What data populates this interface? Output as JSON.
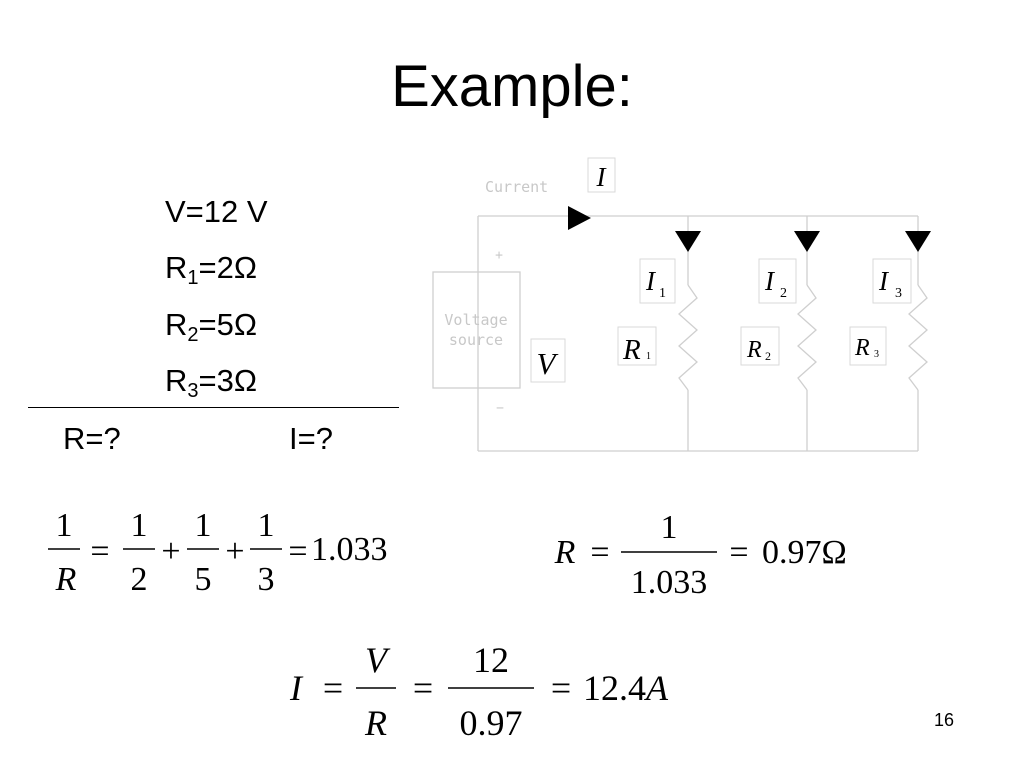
{
  "slide": {
    "title": "Example:",
    "number": "16"
  },
  "given": {
    "voltage": "V=12 V",
    "r1": {
      "base": "R",
      "sub": "1",
      "rest": "=2Ω"
    },
    "r2": {
      "base": "R",
      "sub": "2",
      "rest": "=5Ω"
    },
    "r3": {
      "base": "R",
      "sub": "3",
      "rest": "=3Ω"
    },
    "unknown_r": "R=?",
    "unknown_i": "I=?"
  },
  "circuit": {
    "current_label": "Current",
    "current_symbol": "I",
    "source_label_1": "Voltage",
    "source_label_2": "source",
    "plus_sign": "+",
    "minus_sign": "−",
    "voltage_symbol": "V",
    "branches": [
      {
        "current": "I",
        "current_sub": "1",
        "resistor": "R",
        "resistor_sub": "1"
      },
      {
        "current": "I",
        "current_sub": "2",
        "resistor": "R",
        "resistor_sub": "2"
      },
      {
        "current": "I",
        "current_sub": "3",
        "resistor": "R",
        "resistor_sub": "3"
      }
    ]
  },
  "equations": {
    "eq1": {
      "lhs_num": "1",
      "lhs_den": "R",
      "equals": "=",
      "plus": "+",
      "terms": [
        {
          "num": "1",
          "den": "2"
        },
        {
          "num": "1",
          "den": "5"
        },
        {
          "num": "1",
          "den": "3"
        }
      ],
      "result": "1.033"
    },
    "eq2": {
      "lhs": "R",
      "equals": "=",
      "num": "1",
      "den": "1.033",
      "result": "0.97Ω"
    },
    "eq3": {
      "lhs": "I",
      "equals": "=",
      "num1": "V",
      "den1": "R",
      "num2": "12",
      "den2": "0.97",
      "result": "12.4",
      "unit": "A"
    }
  }
}
